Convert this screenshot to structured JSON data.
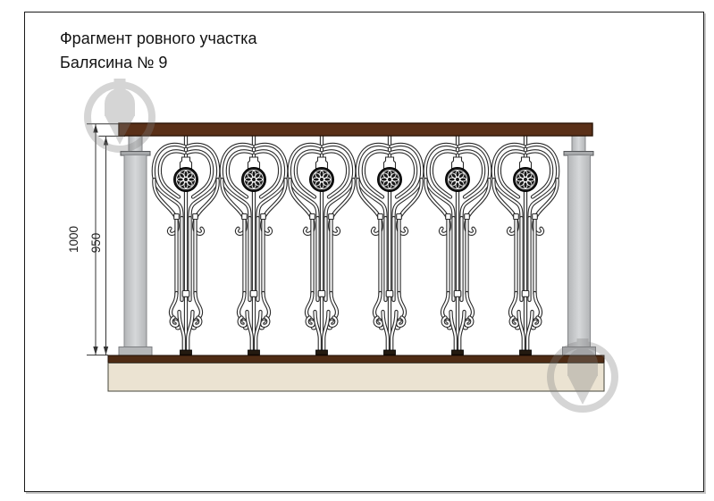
{
  "page": {
    "background": "#ffffff",
    "frame_color": "#1a1a1a"
  },
  "title": {
    "line1": "Фрагмент ровного участка",
    "line2": "Балясина № 9"
  },
  "drawing": {
    "type": "railing-elevation",
    "dimension_labels": {
      "overall_height": "1000",
      "baluster_height": "950"
    },
    "components": {
      "handrail": {
        "fill": "#5a3018",
        "edge": "#2a1507"
      },
      "posts": {
        "count": 2,
        "fill": "#c6c8ca"
      },
      "balusters": {
        "count": 6,
        "outline": "#2b2b2b",
        "rosette_fill": "#171717"
      },
      "base_rail": {
        "fill": "#4e2b14",
        "edge": "#1c0e04"
      },
      "platform": {
        "fill": "#ebe3d2",
        "edge": "#45443a"
      }
    }
  },
  "watermark": {
    "name": "brand-pin-watermark",
    "color": "#7f7f7f",
    "count": 2
  }
}
